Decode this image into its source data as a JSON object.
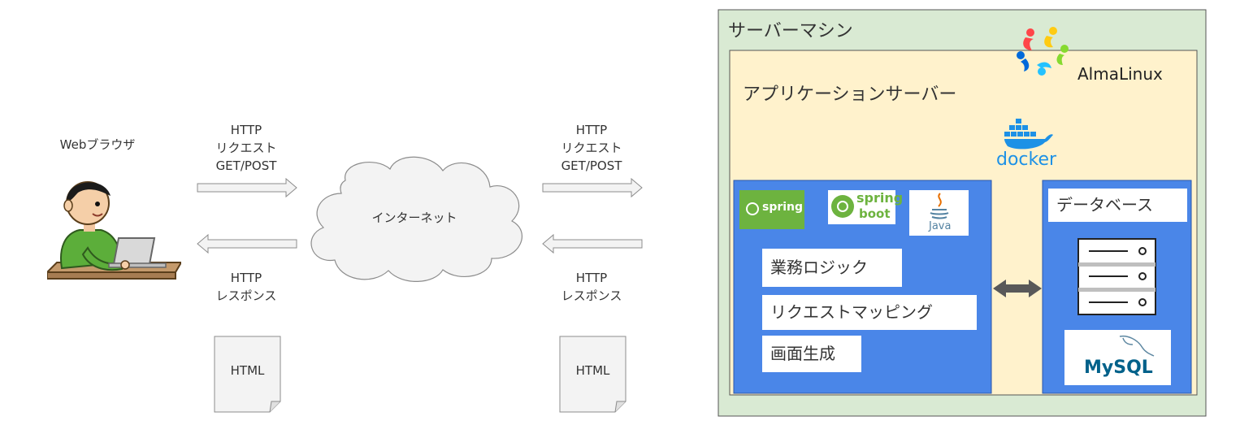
{
  "client": {
    "browser_label": "Webブラウザ",
    "user_icon": "user-at-laptop-icon"
  },
  "left_link": {
    "request_label": "HTTP\nリクエスト\nGET/POST",
    "response_label": "HTTP\nレスポンス",
    "document_label": "HTML"
  },
  "internet": {
    "label": "インターネット"
  },
  "right_link": {
    "request_label": "HTTP\nリクエスト\nGET/POST",
    "response_label": "HTTP\nレスポンス",
    "document_label": "HTML"
  },
  "server_machine": {
    "label": "サーバーマシン",
    "os_label": "AlmaLinux",
    "app_server": {
      "label": "アプリケーションサーバー",
      "container_label": "docker",
      "app_block": {
        "logos": {
          "spring": "spring",
          "spring_boot_line1": "spring",
          "spring_boot_line2": "boot",
          "java": "Java"
        },
        "modules": [
          "業務ロジック",
          "リクエストマッピング",
          "画面生成"
        ]
      },
      "database_block": {
        "label": "データベース",
        "db_label": "MySQL"
      }
    }
  },
  "colors": {
    "server_bg": "#d9ead3",
    "app_server_bg": "#fff2cc",
    "block_blue": "#4a86e8",
    "arrow_gray": "#595959"
  }
}
